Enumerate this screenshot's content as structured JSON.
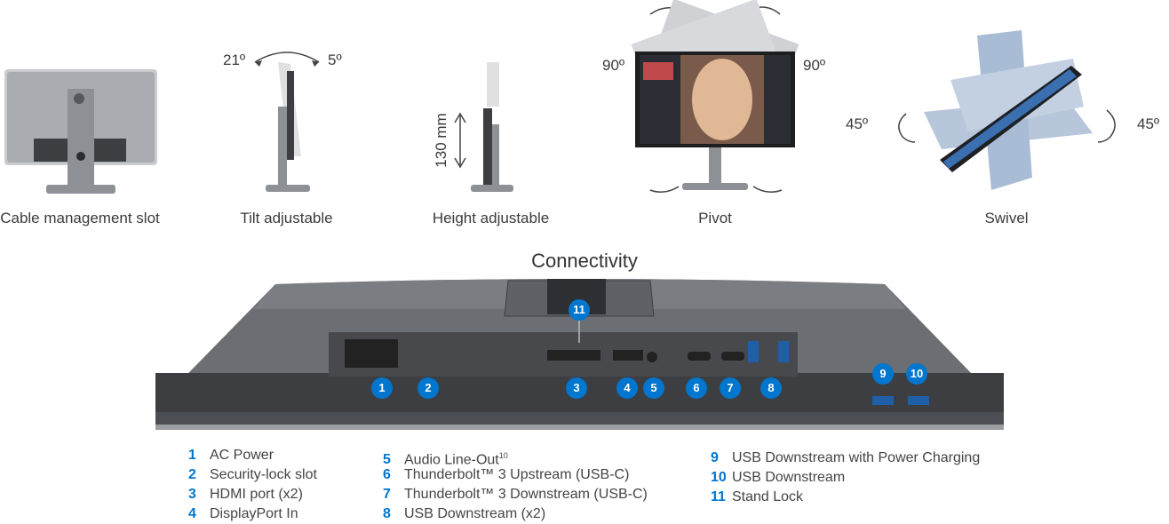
{
  "features": [
    {
      "id": "cable",
      "caption": "Cable management slot"
    },
    {
      "id": "tilt",
      "caption": "Tilt adjustable",
      "angle_back": "21º",
      "angle_front": "5º"
    },
    {
      "id": "height",
      "caption": "Height adjustable",
      "range": "130 mm"
    },
    {
      "id": "pivot",
      "caption": "Pivot",
      "angle_left": "90º",
      "angle_right": "90º"
    },
    {
      "id": "swivel",
      "caption": "Swivel",
      "angle_left": "45º",
      "angle_right": "45º"
    }
  ],
  "connectivity": {
    "title": "Connectivity",
    "badges": [
      "1",
      "2",
      "3",
      "4",
      "5",
      "6",
      "7",
      "8",
      "9",
      "10",
      "11"
    ]
  },
  "legend": {
    "col1": [
      {
        "num": "1",
        "label": "AC Power"
      },
      {
        "num": "2",
        "label": "Security-lock slot"
      },
      {
        "num": "3",
        "label": "HDMI port (x2)"
      },
      {
        "num": "4",
        "label": "DisplayPort In"
      }
    ],
    "col2": [
      {
        "num": "5",
        "label": "Audio Line-Out",
        "sup": "10"
      },
      {
        "num": "6",
        "label": "Thunderbolt™ 3 Upstream (USB-C)"
      },
      {
        "num": "7",
        "label": "Thunderbolt™ 3 Downstream (USB-C)"
      },
      {
        "num": "8",
        "label": "USB Downstream (x2)"
      }
    ],
    "col3": [
      {
        "num": "9",
        "label": "USB Downstream with Power Charging"
      },
      {
        "num": "10",
        "label": "USB Downstream"
      },
      {
        "num": "11",
        "label": "Stand Lock"
      }
    ]
  },
  "colors": {
    "accent": "#0076ce",
    "text": "#3a3a3a",
    "body": "#5f6266"
  }
}
